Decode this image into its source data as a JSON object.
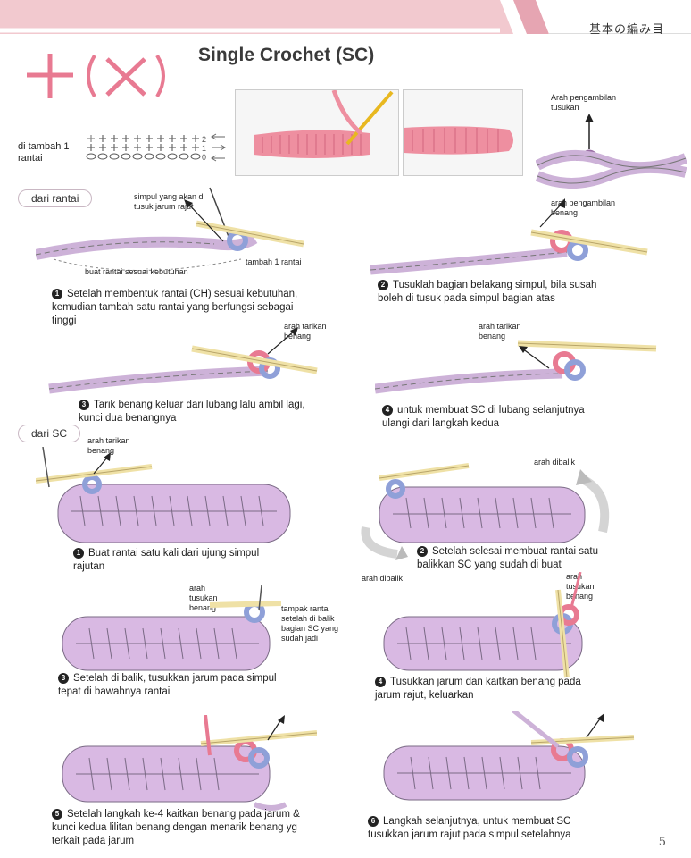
{
  "header": {
    "chapter": "基本の編み目",
    "title": "Single Crochet (SC)",
    "symbols": "+(X)"
  },
  "chart": {
    "label_left": "di tambah 1 rantai"
  },
  "sections": {
    "from_chain": "dari rantai",
    "from_sc": "dari SC"
  },
  "labels": {
    "hook_entry": "Arah pengambilan tusukan",
    "yarn_pick": "arah pengambilan benang",
    "loop_insert": "simpul yang akan di tusuk jarum rajut",
    "add_one_chain": "tambah 1 rantai",
    "chain_as_needed": "buat rantai sesuai kebutuhan",
    "pull_yarn_1": "arah tarikan benang",
    "pull_yarn_2": "arah tarikan benang",
    "pull_yarn_3": "arah tarikan benang",
    "turn_1": "arah dibalik",
    "turn_2": "arah dibalik",
    "hook_yarn_1": "arah tusukan benang",
    "hook_yarn_2": "arah tusukan benang",
    "chain_visible": "tampak rantai setelah di balik bagian SC yang sudah jadi"
  },
  "steps_chain": [
    {
      "n": "1",
      "text": "Setelah membentuk rantai (CH) sesuai kebutuhan, kemudian tambah satu rantai yang berfungsi sebagai tinggi"
    },
    {
      "n": "2",
      "text": "Tusuklah bagian belakang simpul, bila susah boleh di tusuk pada simpul bagian atas"
    },
    {
      "n": "3",
      "text": "Tarik benang keluar dari lubang lalu ambil lagi, kunci dua benangnya"
    },
    {
      "n": "4",
      "text": "untuk membuat SC di lubang selanjutnya ulangi dari langkah kedua"
    }
  ],
  "steps_sc": [
    {
      "n": "1",
      "text": "Buat rantai satu kali dari ujung simpul rajutan"
    },
    {
      "n": "2",
      "text": "Setelah selesai membuat rantai satu balikkan SC yang sudah di buat"
    },
    {
      "n": "3",
      "text": "Setelah di balik, tusukkan jarum pada simpul tepat di bawahnya rantai"
    },
    {
      "n": "4",
      "text": "Tusukkan jarum dan kaitkan benang pada jarum rajut, keluarkan"
    },
    {
      "n": "5",
      "text": "Setelah langkah ke-4 kaitkan benang pada jarum & kunci kedua lilitan benang dengan menarik benang yg terkait pada jarum"
    },
    {
      "n": "6",
      "text": "Langkah selanjutnya, untuk membuat SC tusukkan jarum rajut pada simpul setelahnya"
    }
  ],
  "page_number": "5",
  "colors": {
    "accent": "#e87a92",
    "fabric": "#d9b9e3",
    "hook": "#efe1a6"
  }
}
